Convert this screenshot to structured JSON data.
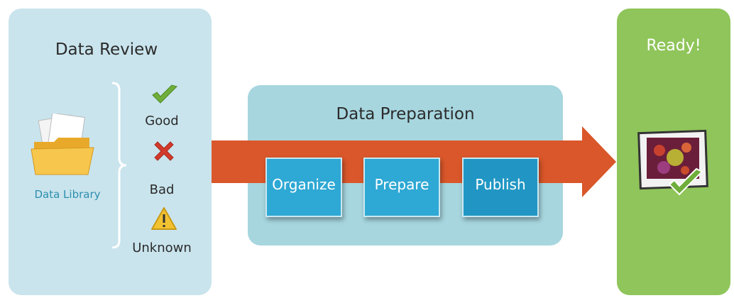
{
  "review": {
    "title": "Data Review",
    "library_label": "Data Library",
    "statuses": [
      {
        "label": "Good",
        "icon": "check-icon",
        "color": "#6fae3a"
      },
      {
        "label": "Bad",
        "icon": "x-icon",
        "color": "#d23a2b"
      },
      {
        "label": "Unknown",
        "icon": "warning-icon",
        "color": "#f2c230"
      }
    ]
  },
  "preparation": {
    "title": "Data Preparation",
    "steps": [
      "Organize",
      "Prepare",
      "Publish"
    ]
  },
  "ready": {
    "title": "Ready!"
  },
  "colors": {
    "review_bg": "#c9e4ed",
    "prep_bg": "#a7d6df",
    "ready_bg": "#8fc55a",
    "arrow": "#d9572a",
    "step": "#2ea8d4"
  }
}
